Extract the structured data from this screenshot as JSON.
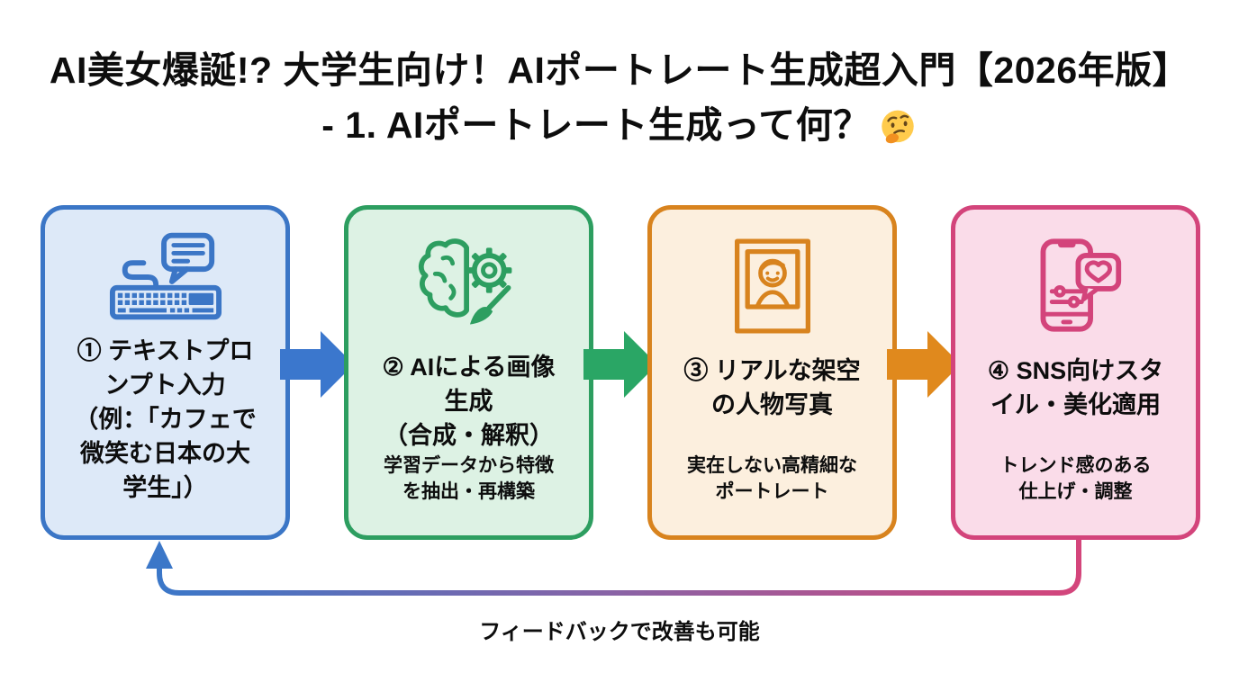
{
  "title": {
    "line1": "AI美女爆誕!? 大学生向け！AIポートレート生成超入門【2026年版】",
    "line2": "- 1. AIポートレート生成って何？",
    "line2_emoji": "🤔"
  },
  "steps": [
    {
      "icon": "keyboard-chat-icon",
      "heading": "① テキストプロ\nンプト入力\n（例：「カフェで\n微笑む日本の大\n学生」）",
      "note": "",
      "border_color": "#3b76c6",
      "fill_color": "#dde9f8"
    },
    {
      "icon": "brain-gear-brush-icon",
      "heading": "② AIによる画像\n生成\n（合成・解釈）",
      "note": "学習データから特徴\nを抽出・再構築",
      "border_color": "#2d9e60",
      "fill_color": "#ddf2e4"
    },
    {
      "icon": "portrait-photo-icon",
      "heading": "③ リアルな架空\nの人物写真",
      "note": "実在しない高精細な\nポートレート",
      "border_color": "#d8831e",
      "fill_color": "#fcefde"
    },
    {
      "icon": "smartphone-likes-icon",
      "heading": "④ SNS向けスタ\nイル・美化適用",
      "note": "トレンド感のある\n仕上げ・調整",
      "border_color": "#d3447b",
      "fill_color": "#fadce9"
    }
  ],
  "flow_arrows": [
    {
      "color": "#3b77cd"
    },
    {
      "color": "#2aa665"
    },
    {
      "color": "#e0891d"
    }
  ],
  "feedback": {
    "label": "フィードバックで改善も可能",
    "gradient_start": "#3b77c8",
    "gradient_mid": "#8a63a5",
    "gradient_end": "#d4457b"
  }
}
